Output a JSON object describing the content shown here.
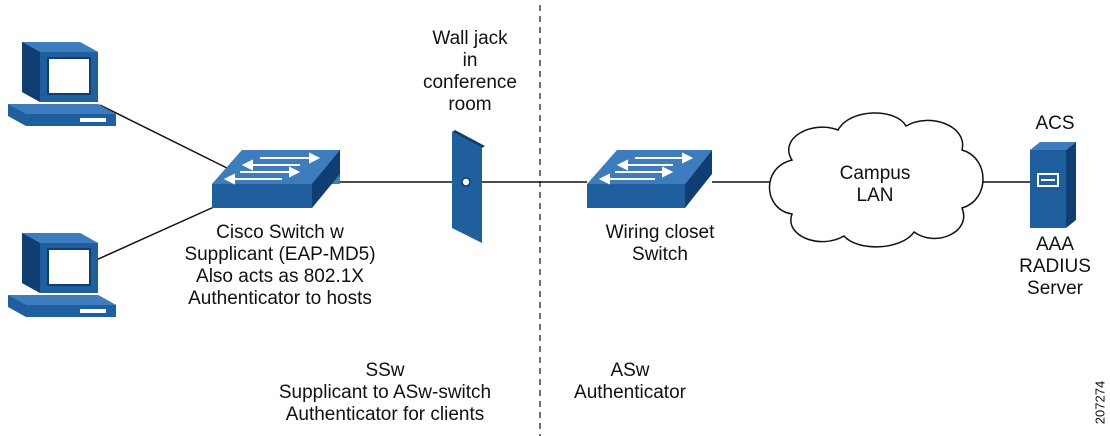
{
  "labels": {
    "wall_jack": [
      "Wall jack",
      "in",
      "conference",
      "room"
    ],
    "cisco_switch": [
      "Cisco Switch w",
      "Supplicant (EAP-MD5)",
      "Also acts as 802.1X",
      "Authenticator to hosts"
    ],
    "wiring_closet": [
      "Wiring closet",
      "Switch"
    ],
    "campus_lan": [
      "Campus",
      "LAN"
    ],
    "acs": "ACS",
    "aaa_server": [
      "AAA",
      "RADIUS",
      "Server"
    ],
    "ssw": [
      "SSw",
      "Supplicant to ASw-switch",
      "Authenticator for clients"
    ],
    "asw": [
      "ASw",
      "Authenticator"
    ],
    "figure_id": "207274"
  },
  "colors": {
    "device_blue": "#1f5f9e",
    "device_dark": "#0f3f72",
    "device_light": "#3d7dbd",
    "line": "#111111"
  }
}
